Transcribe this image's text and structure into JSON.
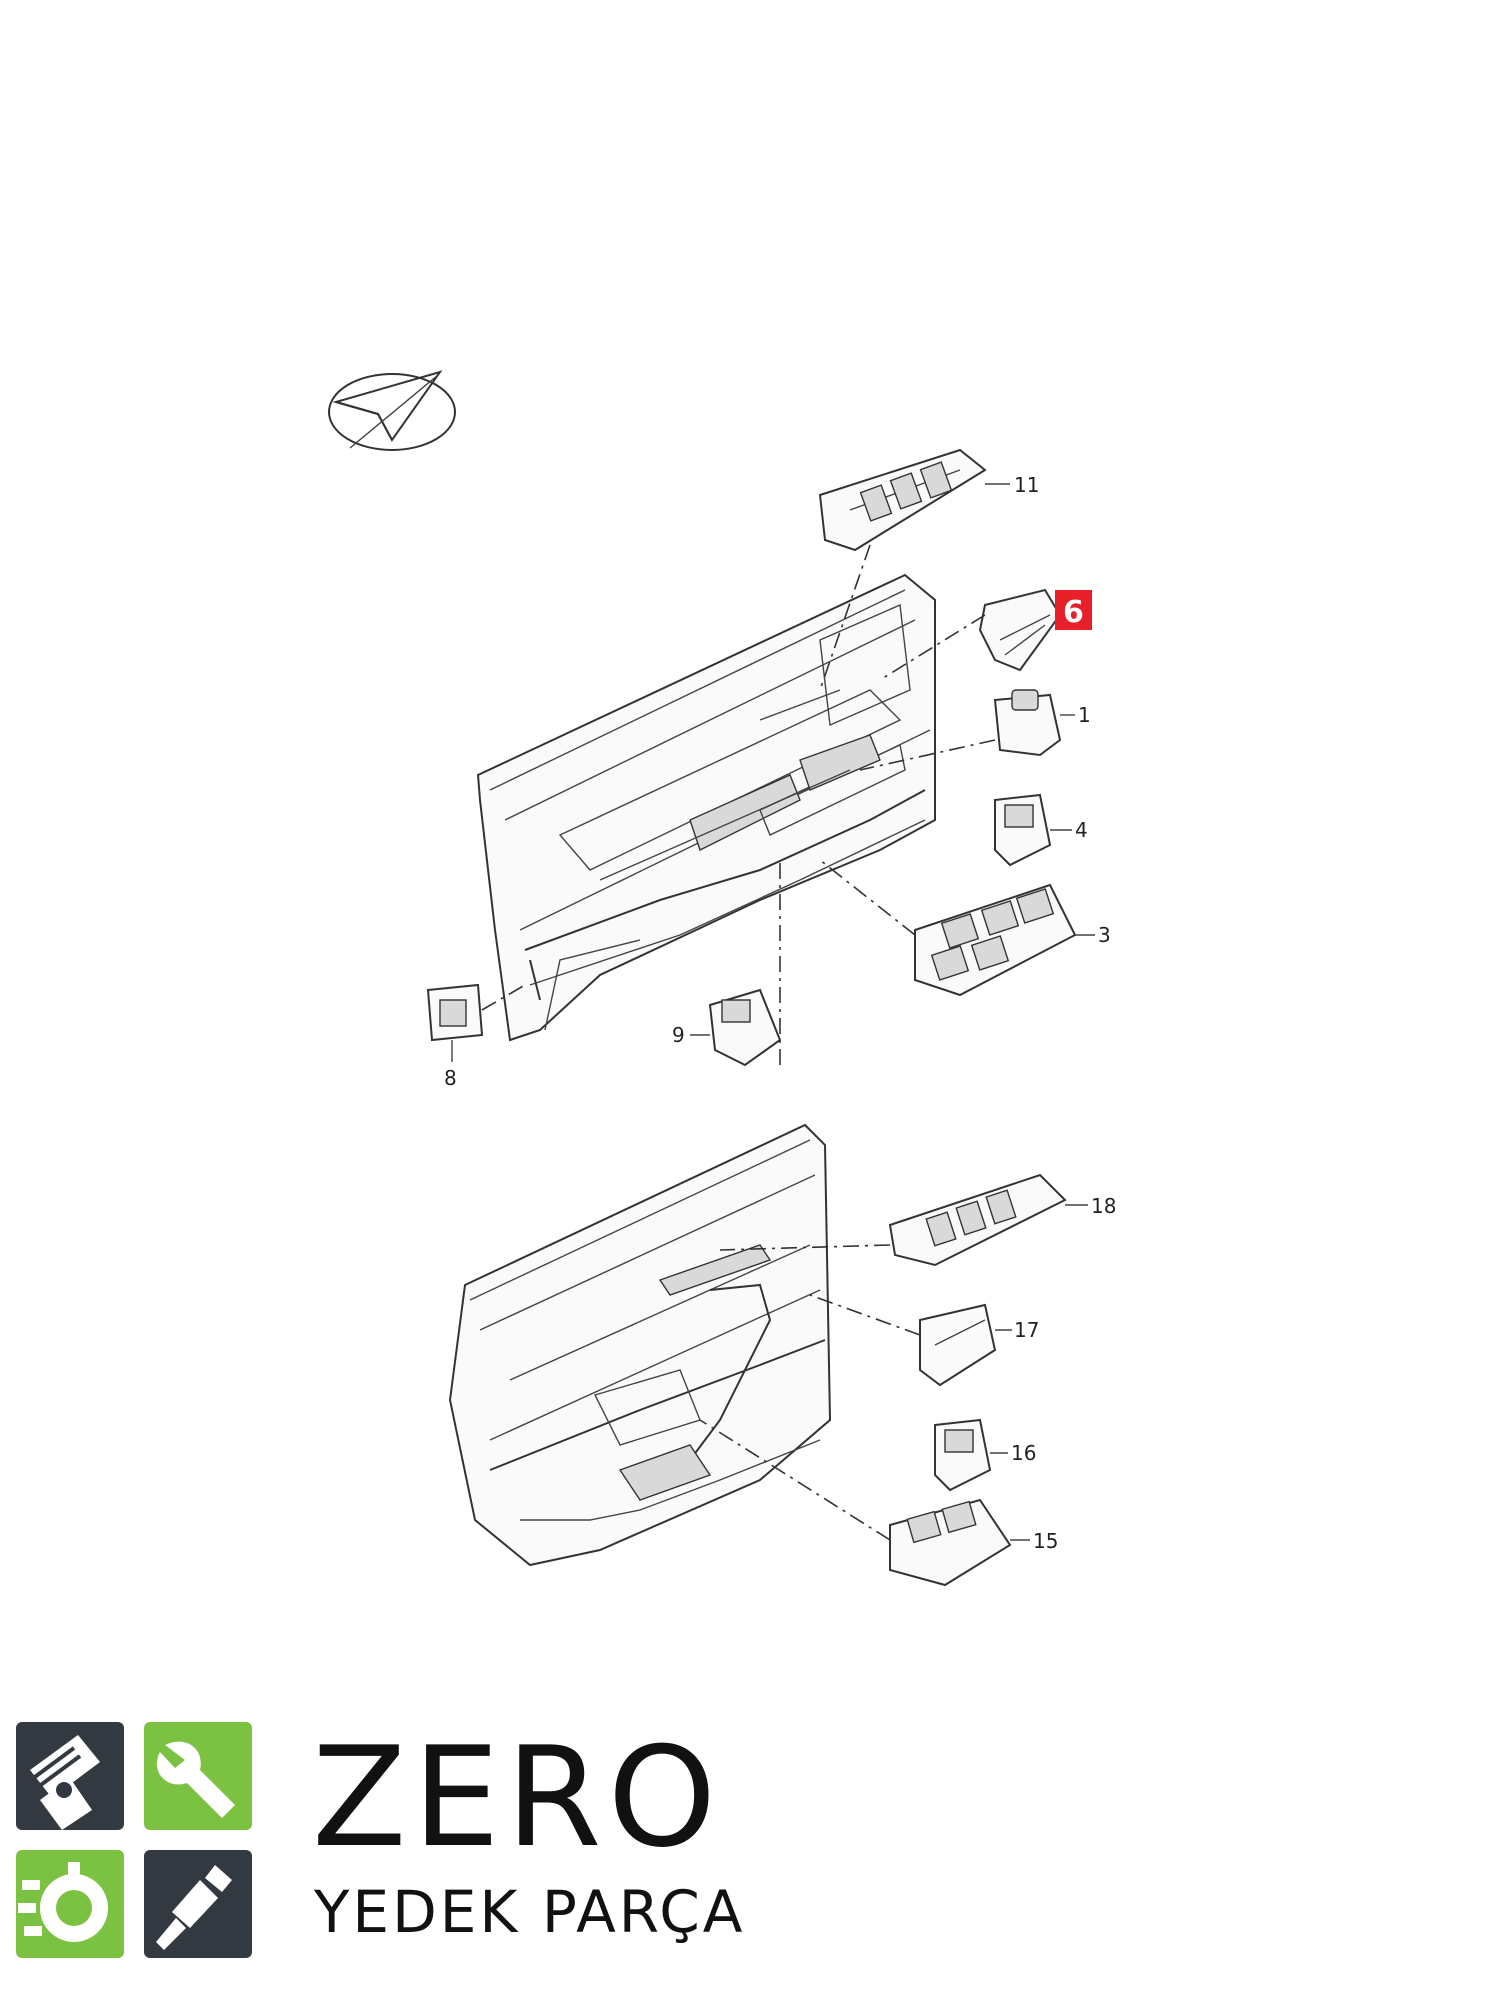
{
  "callouts": {
    "c11": "11",
    "c6": "6",
    "c1": "1",
    "c4": "4",
    "c3": "3",
    "c9": "9",
    "c8": "8",
    "c18": "18",
    "c17": "17",
    "c16": "16",
    "c15": "15"
  },
  "highlight_color": "#e8202a",
  "logo": {
    "title": "ZERO",
    "subtitle": "YEDEK PARÇA",
    "tile_colors": [
      "#333940",
      "#7cc242",
      "#7cc242",
      "#333940"
    ],
    "icons": [
      "piston-icon",
      "wrench-icon",
      "gear-icon",
      "spark-plug-icon"
    ]
  }
}
